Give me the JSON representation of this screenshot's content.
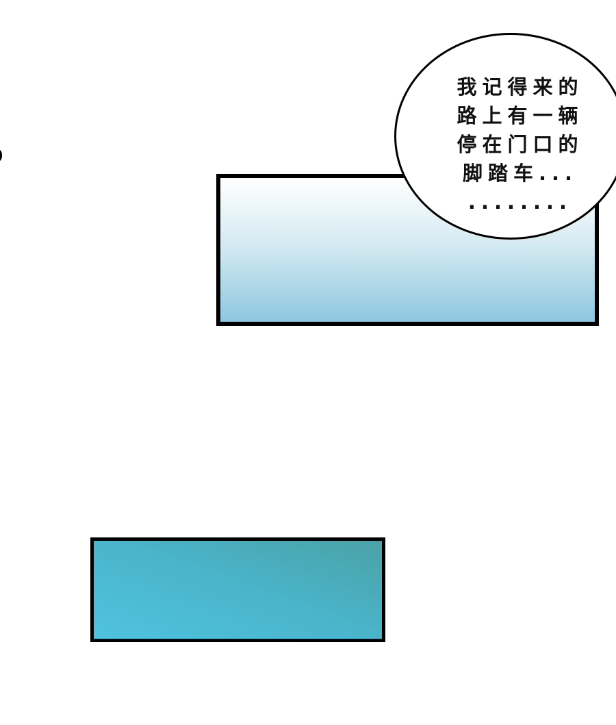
{
  "speech_bubble": {
    "lines": [
      "我记得来的",
      "路上有一辆",
      "停在门口的",
      "脚踏车...",
      "........"
    ]
  },
  "colors": {
    "panel_top_gradient_end": "#8ec6e0",
    "panel_bottom_fill": "#4ab5cc",
    "border": "#000000"
  }
}
